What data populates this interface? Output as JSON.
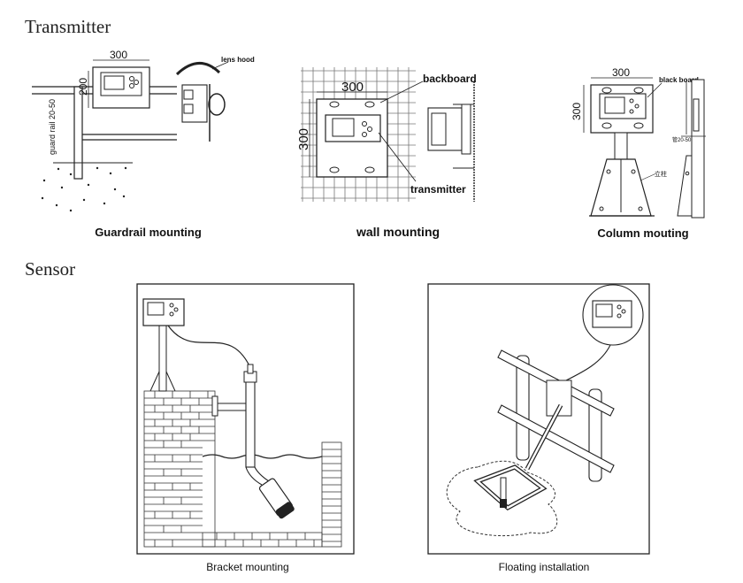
{
  "sections": {
    "transmitter_title": "Transmitter",
    "sensor_title": "Sensor"
  },
  "guardrail": {
    "caption": "Guardrail mounting",
    "dim_width": "300",
    "dim_height": "200",
    "rail_label": "guard rail 20-50",
    "hood_label": "lens hood"
  },
  "wall": {
    "caption": "wall mounting",
    "dim_width": "300",
    "dim_height": "300",
    "backboard_label": "backboard",
    "transmitter_label": "transmitter"
  },
  "column": {
    "caption": "Column mouting",
    "dim_width": "300",
    "dim_height": "300",
    "board_label": "black board",
    "pipe_label": "管20-50",
    "post_label": "立柱"
  },
  "bracket": {
    "caption": "Bracket mounting"
  },
  "floating": {
    "caption": "Floating installation"
  }
}
